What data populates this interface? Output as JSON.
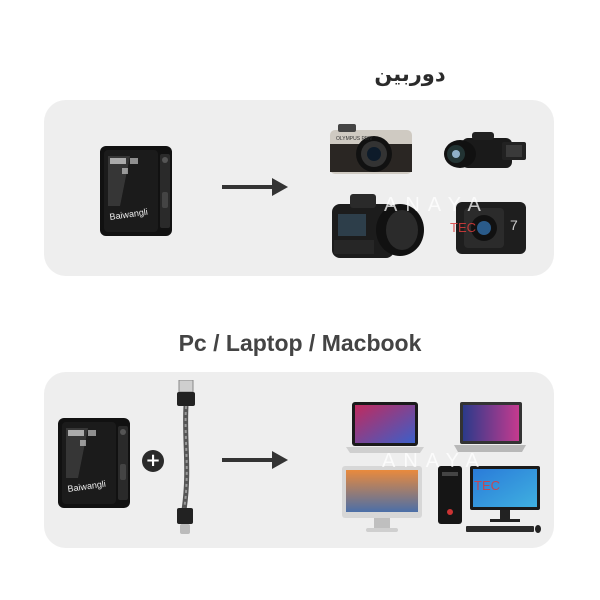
{
  "headings": {
    "camera": "دوربین",
    "pc": "Pc / Laptop / Macbook"
  },
  "device": {
    "brand": "Baiwangli"
  },
  "camera_labels": {
    "mirrorless_brand": "OLYMPUS PEN",
    "action_cam_number": "7"
  },
  "watermark": {
    "text": "ANAYA",
    "sub": "TEC"
  },
  "colors": {
    "panel": "#eeeeee",
    "heading": "#3a3a3a",
    "arrow": "#333333",
    "watermark_sub": "#dc3c3c"
  },
  "icons": [
    "plus-icon",
    "arrow-right-icon"
  ]
}
